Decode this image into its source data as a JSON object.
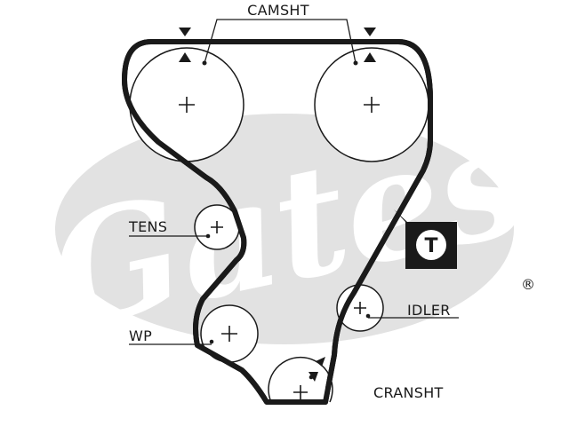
{
  "watermark": {
    "brand": "Gates",
    "registered_mark": "®",
    "color": "#e2e2e2"
  },
  "labels": {
    "camshaft": "CAMSHT",
    "tensioner": "TENS",
    "water_pump": "WP",
    "idler": "IDLER",
    "crankshaft": "CRANSHT",
    "tensioner_symbol": "T"
  },
  "colors": {
    "belt": "#1a1a1a",
    "pulley": "#1a1a1a",
    "symbol_box": "#1a1a1a",
    "symbol_text": "#ffffff"
  }
}
